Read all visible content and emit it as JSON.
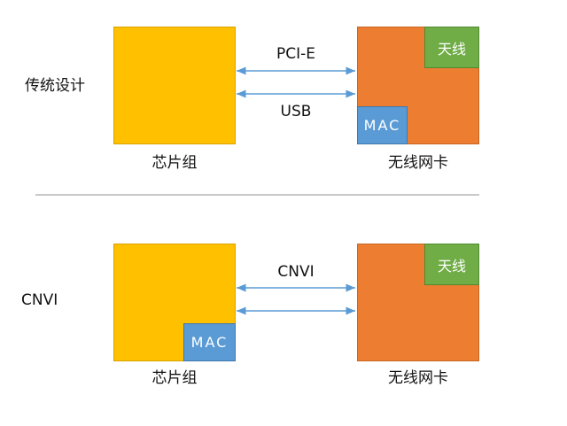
{
  "sections": [
    {
      "side_label": "传统设计",
      "interfaces": [
        "PCI-E",
        "USB"
      ],
      "chipset_label": "芯片组",
      "nic_label": "无线网卡",
      "antenna_label": "天线",
      "mac_label": "MAC",
      "mac_location": "nic"
    },
    {
      "side_label": "CNVI",
      "interfaces": [
        "CNVI"
      ],
      "chipset_label": "芯片组",
      "nic_label": "无线网卡",
      "antenna_label": "天线",
      "mac_label": "MAC",
      "mac_location": "chipset"
    }
  ],
  "colors": {
    "chipset": "#FFC000",
    "nic": "#ED7D31",
    "antenna": "#70AD47",
    "mac": "#5B9BD5",
    "arrow": "#5B9BD5",
    "divider": "#A6A6A6"
  }
}
